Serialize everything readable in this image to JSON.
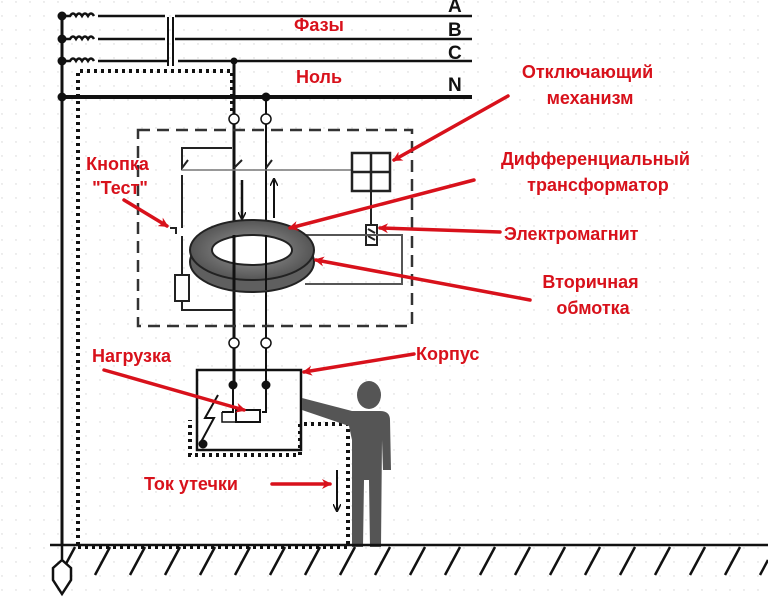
{
  "title": "Схема работы УЗО",
  "colors": {
    "label": "#d8111b",
    "line": "#111111",
    "core": "#6a6a6a",
    "person": "#555555",
    "background": "#ffffff"
  },
  "buses": {
    "a": "A",
    "b": "B",
    "c": "C",
    "n": "N",
    "phases_label": "Фазы",
    "neutral_label": "Ноль"
  },
  "labels": {
    "trip_mechanism": [
      "Отключающий",
      "механизм"
    ],
    "diff_transformer": [
      "Дифференциальный",
      "трансформатор"
    ],
    "electromagnet": "Электромагнит",
    "secondary_winding": [
      "Вторичная",
      "обмотка"
    ],
    "test_button": [
      "Кнопка",
      "\"Тест\""
    ],
    "load": "Нагрузка",
    "housing": "Корпус",
    "leakage_current": "Ток утечки"
  }
}
